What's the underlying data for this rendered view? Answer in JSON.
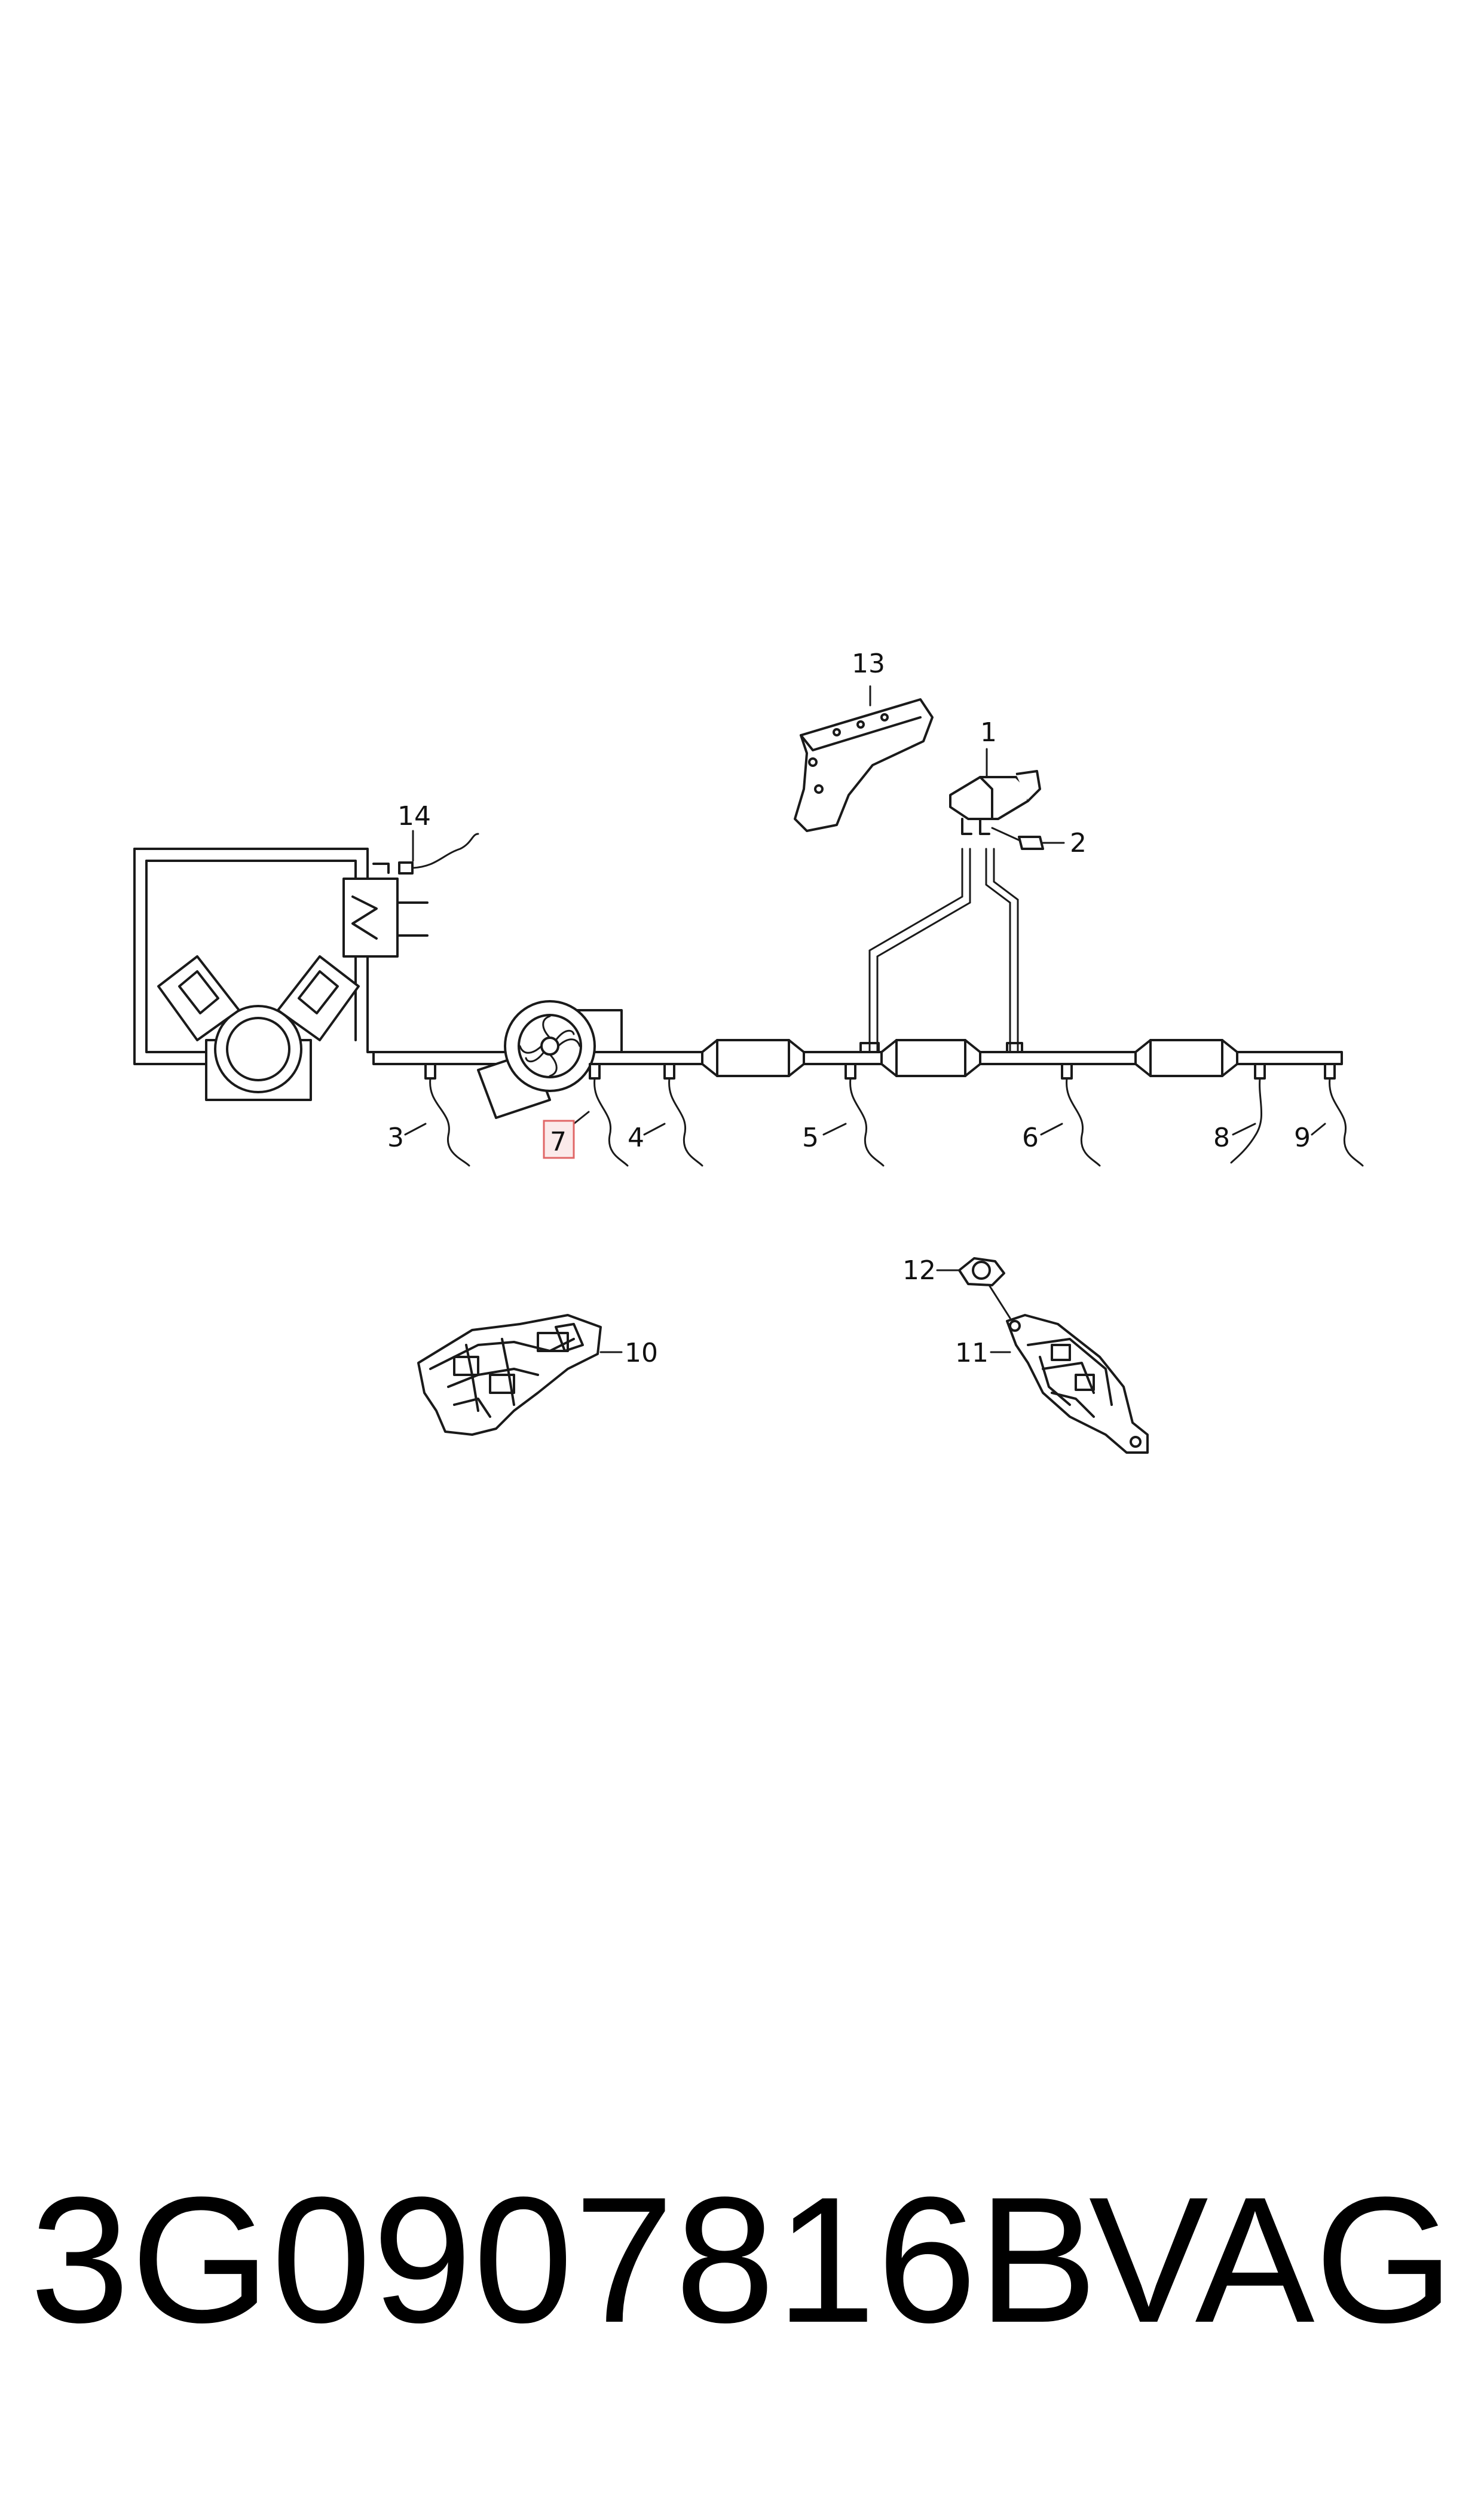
{
  "diagram": {
    "callouts": [
      {
        "id": "c1",
        "label": "1"
      },
      {
        "id": "c2",
        "label": "2"
      },
      {
        "id": "c3",
        "label": "3"
      },
      {
        "id": "c4",
        "label": "4"
      },
      {
        "id": "c5",
        "label": "5"
      },
      {
        "id": "c6",
        "label": "6"
      },
      {
        "id": "c7",
        "label": "7",
        "highlighted": true
      },
      {
        "id": "c8",
        "label": "8"
      },
      {
        "id": "c9",
        "label": "9"
      },
      {
        "id": "c10",
        "label": "10"
      },
      {
        "id": "c11",
        "label": "11"
      },
      {
        "id": "c12",
        "label": "12"
      },
      {
        "id": "c13",
        "label": "13"
      },
      {
        "id": "c14",
        "label": "14"
      }
    ],
    "highlight_color": "#e06666"
  },
  "footer": {
    "part_number": "3G0907816B",
    "brand": "VAG"
  }
}
